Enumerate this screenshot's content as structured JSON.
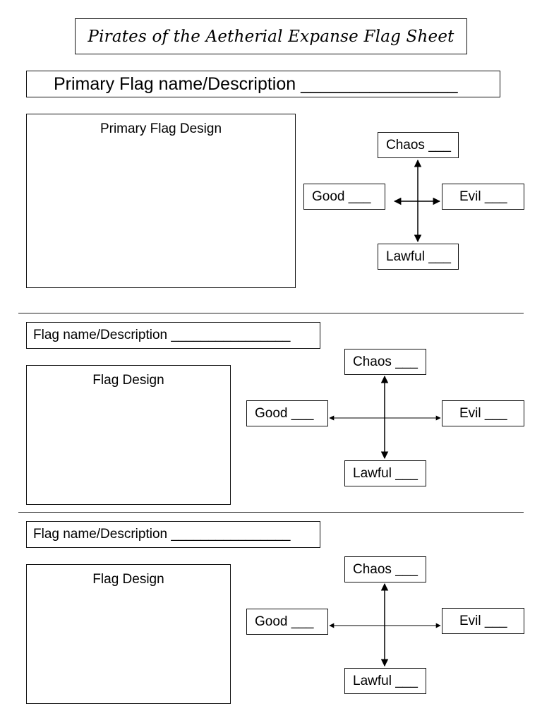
{
  "title": "Pirates of the Aetherial Expanse Flag Sheet",
  "primary": {
    "name_label": "Primary Flag name/Description ________________",
    "design_label": "Primary Flag Design",
    "alignment": {
      "chaos": "Chaos ___",
      "good": "Good ___",
      "evil": "Evil ___",
      "lawful": "Lawful ___"
    }
  },
  "flags": [
    {
      "name_label": "Flag name/Description ________________",
      "design_label": "Flag Design",
      "alignment": {
        "chaos": "Chaos ___",
        "good": "Good ___",
        "evil": "Evil ___",
        "lawful": "Lawful ___"
      }
    },
    {
      "name_label": "Flag name/Description ________________",
      "design_label": "Flag Design",
      "alignment": {
        "chaos": "Chaos ___",
        "good": "Good ___",
        "evil": "Evil ___",
        "lawful": "Lawful ___"
      }
    }
  ]
}
